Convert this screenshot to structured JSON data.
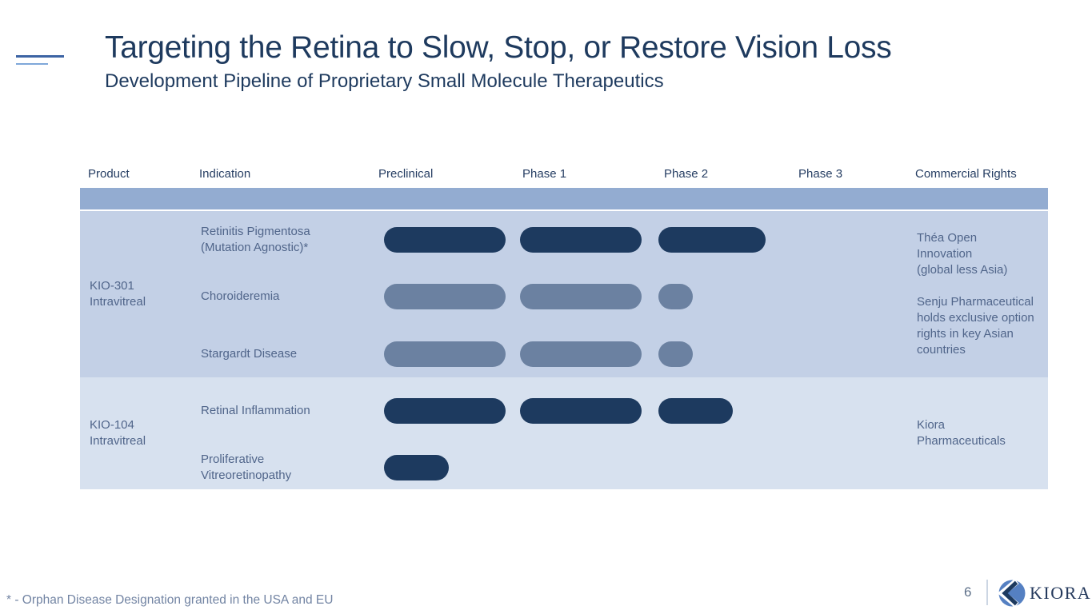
{
  "slide": {
    "title": "Targeting the Retina to Slow, Stop, or Restore Vision Loss",
    "subtitle": "Development Pipeline of Proprietary Small Molecule Therapeutics",
    "footnote": "* - Orphan Disease Designation granted in the USA and EU",
    "page_number": "6",
    "logo_text": "KIORA"
  },
  "colors": {
    "title_text": "#1e3a5e",
    "header_text": "#263e63",
    "label_text": "#50658a",
    "header_band": "#93acd1",
    "group_bands": [
      "#c3d0e6",
      "#d7e1ef"
    ],
    "bar_dark": "#1d3a5f",
    "bar_gray": "#6b81a1",
    "footnote_text": "#7284a3",
    "logo_blue": "#5580c2",
    "logo_navy": "#1d3a5f"
  },
  "pipeline": {
    "columns": [
      "Product",
      "Indication",
      "Preclinical",
      "Phase 1",
      "Phase 2",
      "Phase 3",
      "Commercial Rights"
    ],
    "groups": [
      {
        "product": "KIO-301\nIntravitreal",
        "commercial_rights": "Théa Open\nInnovation\n(global less Asia)\n\nSenju Pharmaceutical\nholds exclusive option\nrights in key Asian\ncountries",
        "rows": [
          {
            "indication": "Retinitis Pigmentosa\n(Mutation Agnostic)*",
            "tone": "dark",
            "progress": [
              {
                "phase": "Preclinical",
                "fill": 1
              },
              {
                "phase": "Phase 1",
                "fill": 1
              },
              {
                "phase": "Phase 2",
                "fill": 0.88
              }
            ]
          },
          {
            "indication": "Choroideremia",
            "tone": "gray",
            "progress": [
              {
                "phase": "Preclinical",
                "fill": 1
              },
              {
                "phase": "Phase 1",
                "fill": 1
              },
              {
                "phase": "Phase 2",
                "fill": 0.28
              }
            ]
          },
          {
            "indication": "Stargardt Disease",
            "tone": "gray",
            "progress": [
              {
                "phase": "Preclinical",
                "fill": 1
              },
              {
                "phase": "Phase 1",
                "fill": 1
              },
              {
                "phase": "Phase 2",
                "fill": 0.28
              }
            ]
          }
        ]
      },
      {
        "product": "KIO-104\nIntravitreal",
        "commercial_rights": "Kiora\nPharmaceuticals",
        "rows": [
          {
            "indication": "Retinal Inflammation",
            "tone": "dark",
            "progress": [
              {
                "phase": "Preclinical",
                "fill": 1
              },
              {
                "phase": "Phase 1",
                "fill": 1
              },
              {
                "phase": "Phase 2",
                "fill": 0.61
              }
            ]
          },
          {
            "indication": "Proliferative\nVitreoretinopathy",
            "tone": "dark",
            "progress": [
              {
                "phase": "Preclinical",
                "fill": 0.53
              }
            ]
          }
        ]
      }
    ]
  }
}
